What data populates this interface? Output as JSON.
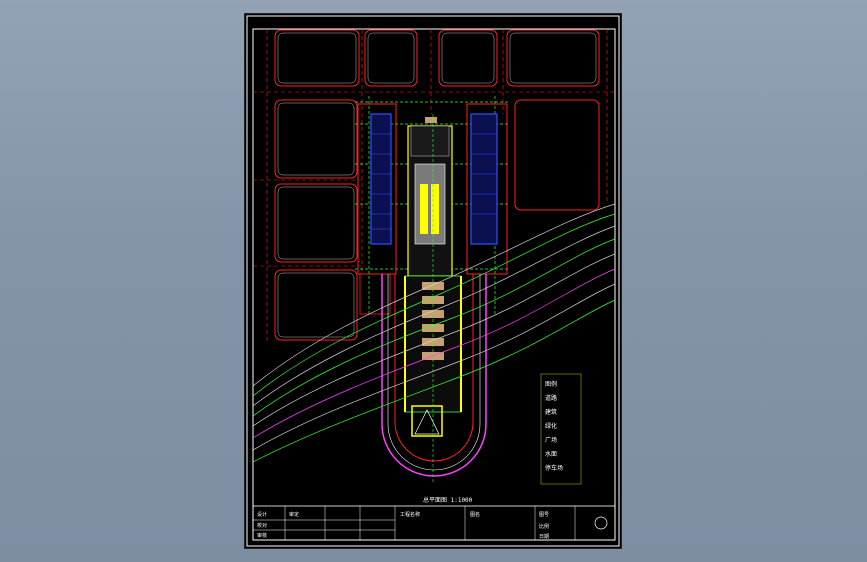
{
  "viewer": {
    "background_top": "#93a2b5",
    "background_bottom": "#7d8ea3",
    "sheet_color": "#000000"
  },
  "drawing": {
    "caption": "总平面图 1:1000",
    "layer_colors": {
      "frame": "#ffffff",
      "road_red": "#ff2020",
      "grid_green": "#33ff33",
      "building_blue": "#3050ff",
      "highlight_yellow": "#ffff00",
      "contour_white": "#d0d0d0",
      "magenta": "#ff40ff",
      "gray_fill": "#7a7a7a",
      "brown_fill": "#c8a070"
    },
    "legend_items": [
      "图例",
      "道路",
      "建筑",
      "绿化",
      "广场",
      "水面",
      "停车场"
    ],
    "title_block": {
      "cells": [
        "设计",
        "校对",
        "审核",
        "审定",
        "工程名称",
        "图名",
        "图号",
        "比例",
        "日期"
      ]
    }
  }
}
